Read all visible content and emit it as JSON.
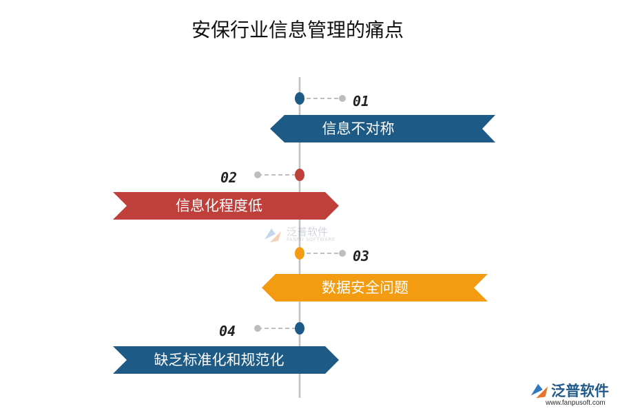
{
  "title": "安保行业信息管理的痛点",
  "items": [
    {
      "num": "01",
      "label": "信息不对称",
      "color": "#1d5a86"
    },
    {
      "num": "02",
      "label": "信息化程度低",
      "color": "#bf3f3a"
    },
    {
      "num": "03",
      "label": "数据安全问题",
      "color": "#f39c12"
    },
    {
      "num": "04",
      "label": "缺乏标准化和规范化",
      "color": "#1d5a86"
    }
  ],
  "colors": {
    "axis": "#c0c0c0",
    "connector": "#bdbdbd"
  },
  "watermark": {
    "name": "泛普软件",
    "sub": "FANPU SOFTWARE"
  },
  "logo": {
    "name": "泛普软件",
    "url": "www.fanpusoft.com"
  }
}
